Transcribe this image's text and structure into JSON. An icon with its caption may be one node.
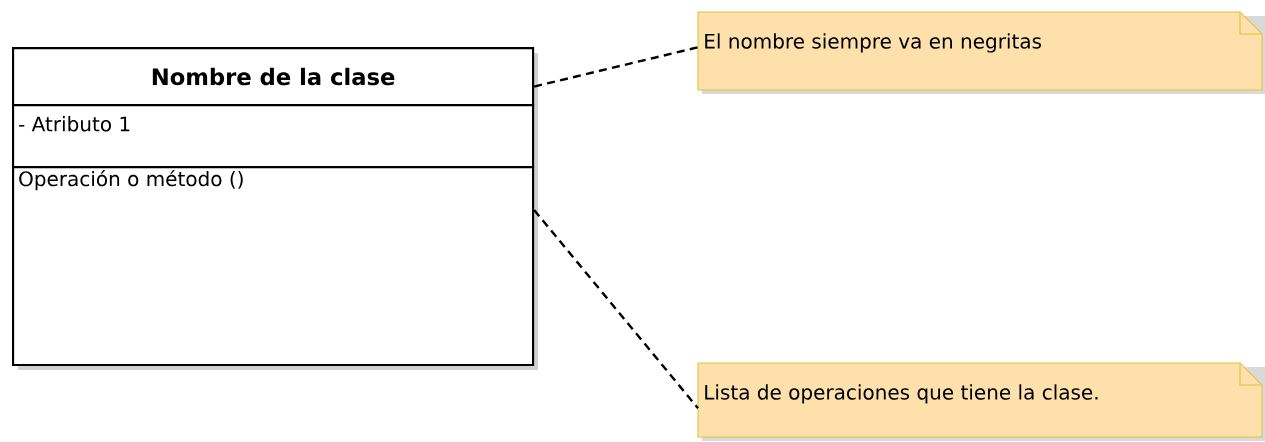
{
  "diagram": {
    "nodes": [
      {
        "text": [
          "Nombre de la clase"
        ]
      },
      {
        "text": [
          "- Atributo 1"
        ]
      },
      {
        "text": [
          "Operación o método ()"
        ]
      },
      {
        "text": [
          "El nombre siempre va en negritas"
        ]
      },
      {
        "text": [
          "Lista de operaciones que tiene la clase."
        ]
      }
    ],
    "edges": [
      {
        "from": 0,
        "to": 3,
        "arrow": "none",
        "style": "dashed"
      },
      {
        "from": 2,
        "to": 4,
        "arrow": "none",
        "style": "dashed"
      }
    ]
  }
}
